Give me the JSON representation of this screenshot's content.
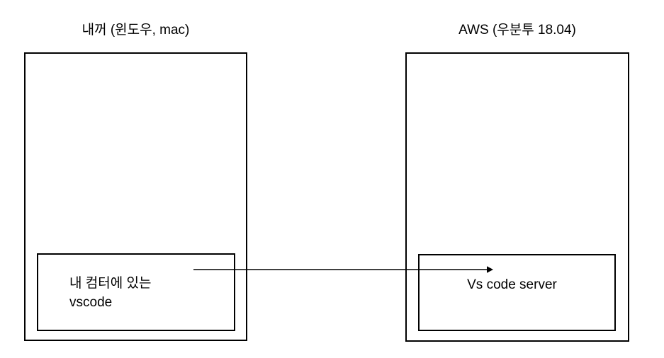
{
  "colors": {
    "stroke": "#000000",
    "background": "#ffffff",
    "text": "#000000"
  },
  "diagram": {
    "local": {
      "title": "내꺼 (윈도우, mac)",
      "box_label_lines": [
        "내 컴터에 있는",
        "vscode"
      ]
    },
    "aws": {
      "title": "AWS (우분투 18.04)",
      "box_label": "Vs code server"
    },
    "arrow": {
      "direction": "left-to-right"
    }
  }
}
